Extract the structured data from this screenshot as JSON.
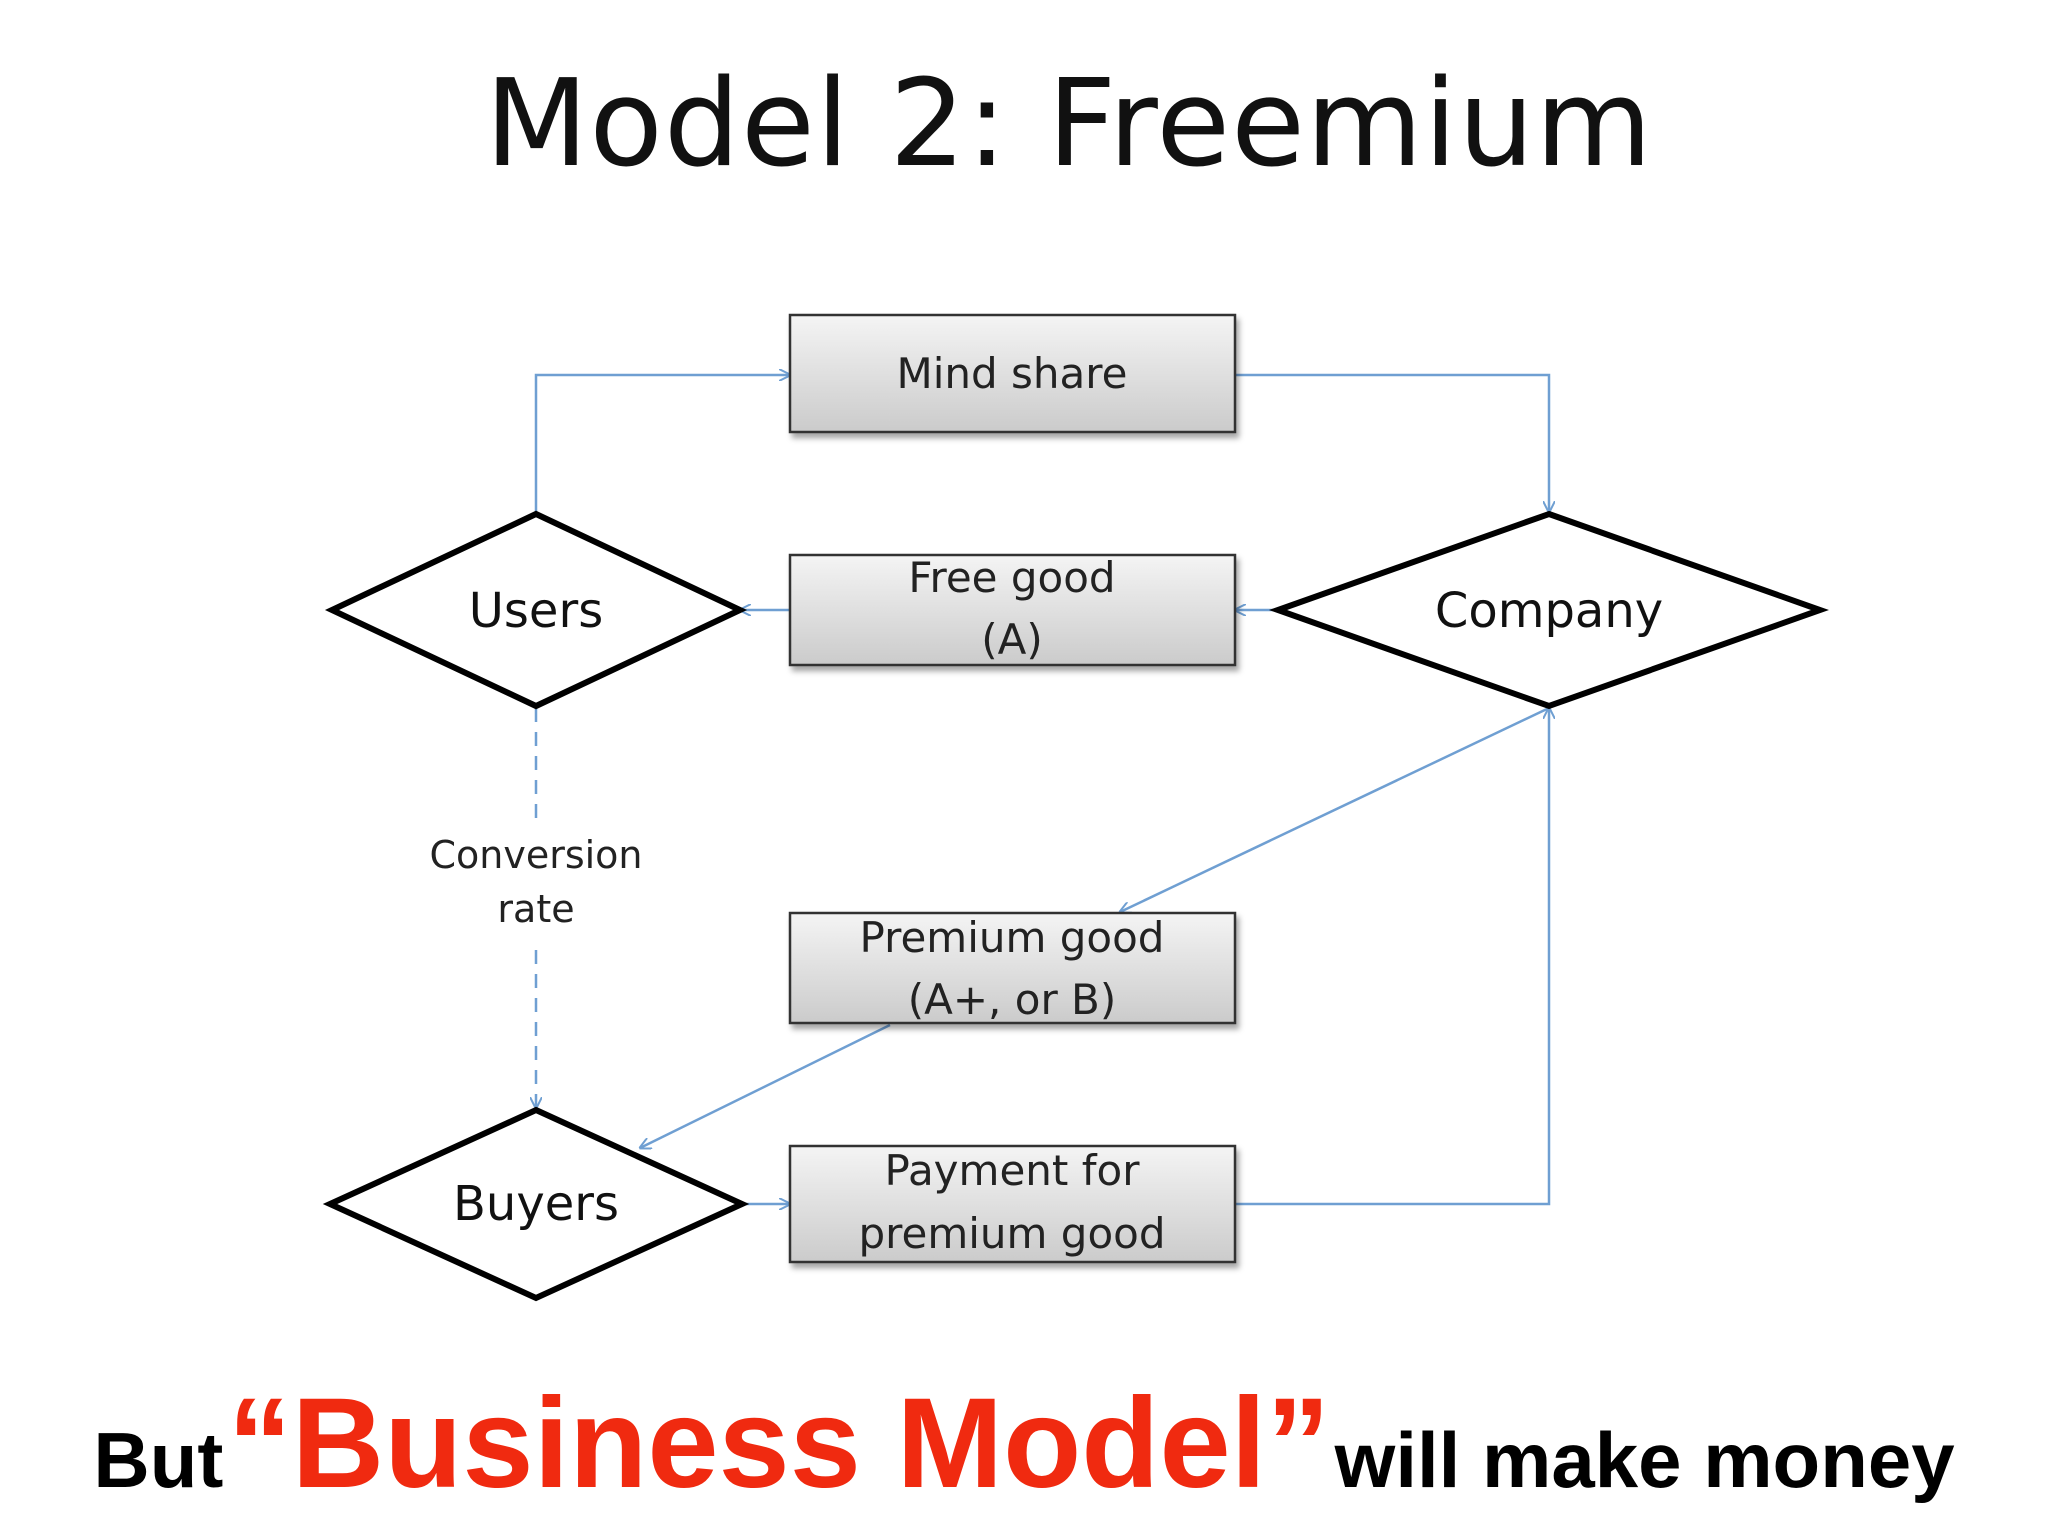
{
  "title": "Model 2: Freemium",
  "boxes": {
    "mind_share": [
      "Mind share"
    ],
    "free_good": [
      "Free good",
      "(A)"
    ],
    "premium_good": [
      "Premium good",
      "(A+, or B)"
    ],
    "payment": [
      "Payment for",
      "premium good"
    ]
  },
  "nodes": {
    "users": "Users",
    "company": "Company",
    "buyers": "Buyers"
  },
  "conversion": [
    "Conversion",
    "rate"
  ],
  "caption": {
    "prefix": "But",
    "highlight": "“Business Model”",
    "suffix": "will make money"
  },
  "colors": {
    "arrow": "#6f9fd2",
    "highlight": "#f02a10"
  }
}
